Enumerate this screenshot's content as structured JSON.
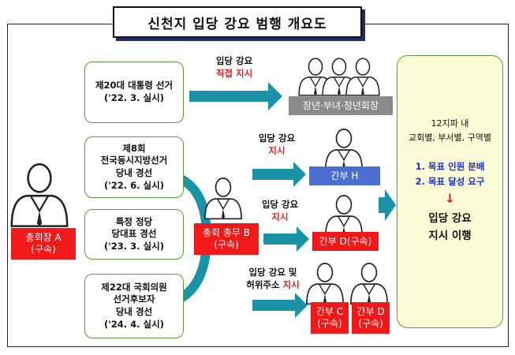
{
  "title": "신천지 입당 강요 범행 개요도",
  "elections": [
    {
      "lines": [
        "제20대 대통령 선거",
        "('22. 3. 실시)"
      ]
    },
    {
      "lines": [
        "제8회",
        "전국동시지방선거",
        "당내 경선",
        "('22. 6. 실시)"
      ]
    },
    {
      "lines": [
        "특정 정당",
        "당대표 경선",
        "('23. 3. 실시)"
      ]
    },
    {
      "lines": [
        "제22대 국회의원",
        "선거후보자",
        "당내 경선",
        "('24. 4. 실시)"
      ]
    }
  ],
  "people": {
    "chairman": {
      "name": "총회장 A",
      "status": "(구속)"
    },
    "general_affairs": {
      "name": "총회 총무 B",
      "status": "(구속)"
    },
    "youth_leaders": {
      "name": "장년·부녀·청년회장"
    },
    "officer_h": {
      "name": "간부 H"
    },
    "officer_d_mid": {
      "name": "간부 D(구속)"
    },
    "officer_c": {
      "name": "간부 C",
      "status": "(구속)"
    },
    "officer_d": {
      "name": "간부 D",
      "status": "(구속)"
    }
  },
  "instructions": {
    "direct": {
      "line1": "입당 강요",
      "line2": "직접 지시"
    },
    "to_h": {
      "line1": "입당 강요",
      "line2": "지시"
    },
    "to_d": {
      "line1": "입당 강요",
      "line2": "지시"
    },
    "to_cd": {
      "line1": "입당 강요 및",
      "line2_prefix": "허위주소 ",
      "line2_suffix": "지시"
    }
  },
  "result": {
    "line1": "12지파 내",
    "line2": "교회별, 부서별, 구역별",
    "item1": "1. 목표 인원 분배",
    "item2": "2. 목표 달성 요구",
    "arrow": "↓",
    "conclusion1": "입당 강요",
    "conclusion2": "지시 이행"
  },
  "colors": {
    "red": "#f01818",
    "blue": "#4a6fd0",
    "gray": "#8a8a8a",
    "teal": "#1a93a8",
    "panel": "#fbfcd6",
    "border_green": "#5b9b3c"
  }
}
